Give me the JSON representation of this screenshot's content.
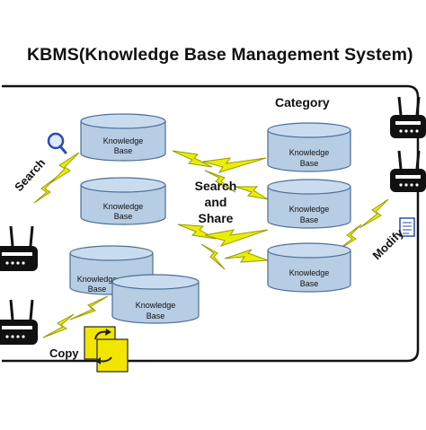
{
  "title": "KBMS(Knowledge Base Management System)",
  "labels": {
    "category": "Category",
    "search": "Search",
    "search_and": "Search",
    "and": "and",
    "share": "Share",
    "modify": "Modify",
    "copy": "Copy"
  },
  "databases": {
    "left_1": [
      "Knowledge",
      "Base"
    ],
    "left_2": [
      "Knowledge",
      "Base"
    ],
    "left_3": [
      "Knowledge",
      "Base"
    ],
    "left_4": [
      "Knowledge",
      "Base"
    ],
    "right_1": [
      "Knowledge",
      "Base"
    ],
    "right_2": [
      "Knowledge",
      "Base"
    ],
    "right_3": [
      "Knowledge",
      "Base"
    ]
  },
  "colors": {
    "db_fill": "#b7cde3",
    "db_top": "#c9dbee",
    "db_stroke": "#4a6f96",
    "bolt": "#e8f000",
    "bolt_stroke": "#9a9a00",
    "frame": "#111111",
    "copy_icon": "#f2e600"
  },
  "icons": [
    "router-icon",
    "magnifier-icon",
    "document-icon",
    "copy-icon",
    "lightning-icon"
  ]
}
